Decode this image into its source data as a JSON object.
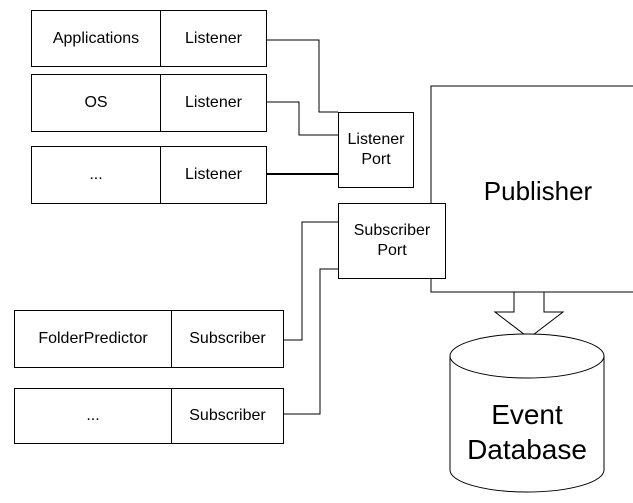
{
  "sources": [
    {
      "name": "Applications",
      "port": "Listener"
    },
    {
      "name": "OS",
      "port": "Listener"
    },
    {
      "name": "...",
      "port": "Listener"
    }
  ],
  "consumers": [
    {
      "name": "FolderPredictor",
      "port": "Subscriber"
    },
    {
      "name": "...",
      "port": "Subscriber"
    }
  ],
  "listener_port": {
    "line1": "Listener",
    "line2": "Port"
  },
  "subscriber_port": {
    "line1": "Subscriber",
    "line2": "Port"
  },
  "publisher": "Publisher",
  "database": {
    "line1": "Event",
    "line2": "Database"
  }
}
